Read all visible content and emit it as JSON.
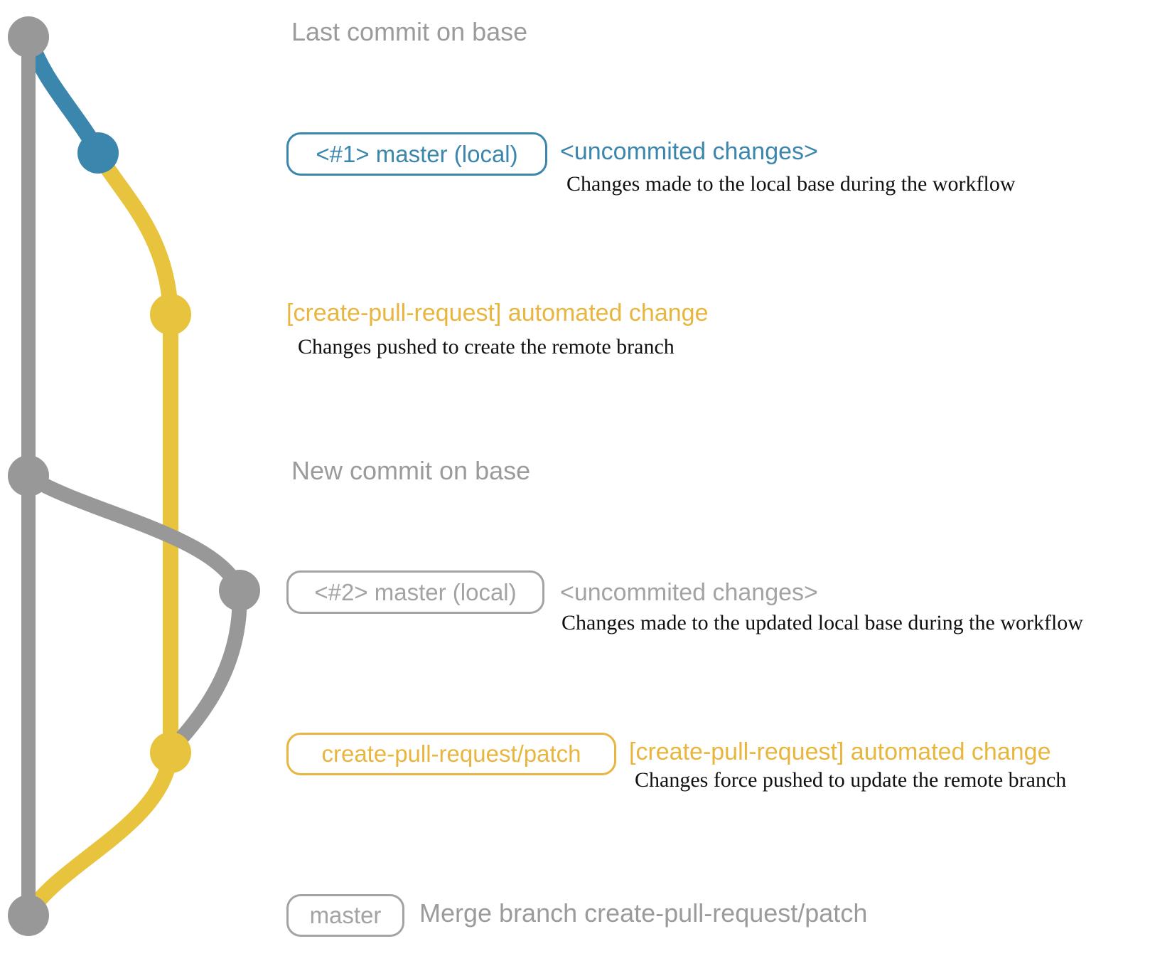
{
  "colors": {
    "blue": "#3a86ad",
    "yellow_line": "#e8c33e",
    "yellow_text": "#e8b63e",
    "gray_line": "#989898",
    "gray_text": "#9b9b9b",
    "desc_text": "#101010"
  },
  "rows": {
    "last_commit": {
      "label": "Last commit on base"
    },
    "master_local_1": {
      "badge": "<#1> master (local)",
      "note": "<uncommited changes>",
      "desc": "Changes made to the local base during the workflow"
    },
    "patch_1": {
      "note": "[create-pull-request] automated change",
      "desc": "Changes pushed to create the remote branch"
    },
    "new_commit": {
      "label": "New commit on base"
    },
    "master_local_2": {
      "badge": "<#2> master (local)",
      "note": "<uncommited changes>",
      "desc": "Changes made to the updated local base during the workflow"
    },
    "patch_2": {
      "badge": "create-pull-request/patch",
      "note": "[create-pull-request] automated change",
      "desc": "Changes force pushed to update the remote branch"
    },
    "merge": {
      "badge": "master",
      "label": "Merge branch create-pull-request/patch"
    }
  }
}
